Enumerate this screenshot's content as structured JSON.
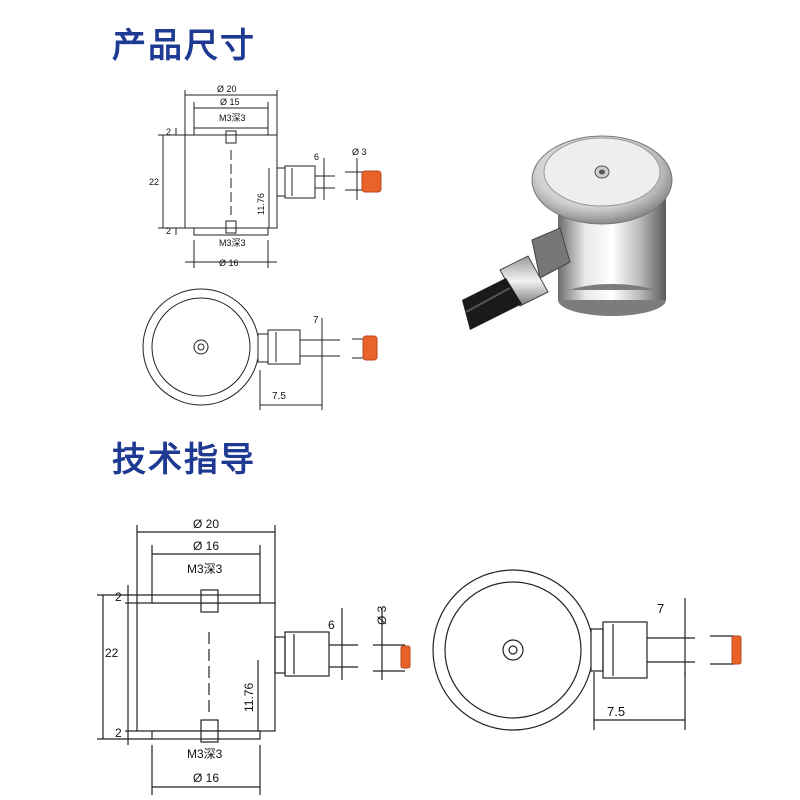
{
  "section_titles": {
    "product_dimensions": "产品尺寸",
    "technical_guidance": "技术指导"
  },
  "dimensions": {
    "outer_diameter": "Ø 20",
    "inner_diameter_top": "Ø 15",
    "inner_diameter_bottom": "Ø 16",
    "thread_top": "M3深3",
    "thread_bottom": "M3深3",
    "total_height": "22",
    "flange_height": "2",
    "connector_width": "6",
    "cable_diameter": "Ø 3",
    "connector_height": "11.76",
    "connector_length": "7",
    "connector_offset": "7.5"
  },
  "colors": {
    "heading": "#1f3a93",
    "cable_tip": "#e8622a",
    "line": "#222222"
  }
}
